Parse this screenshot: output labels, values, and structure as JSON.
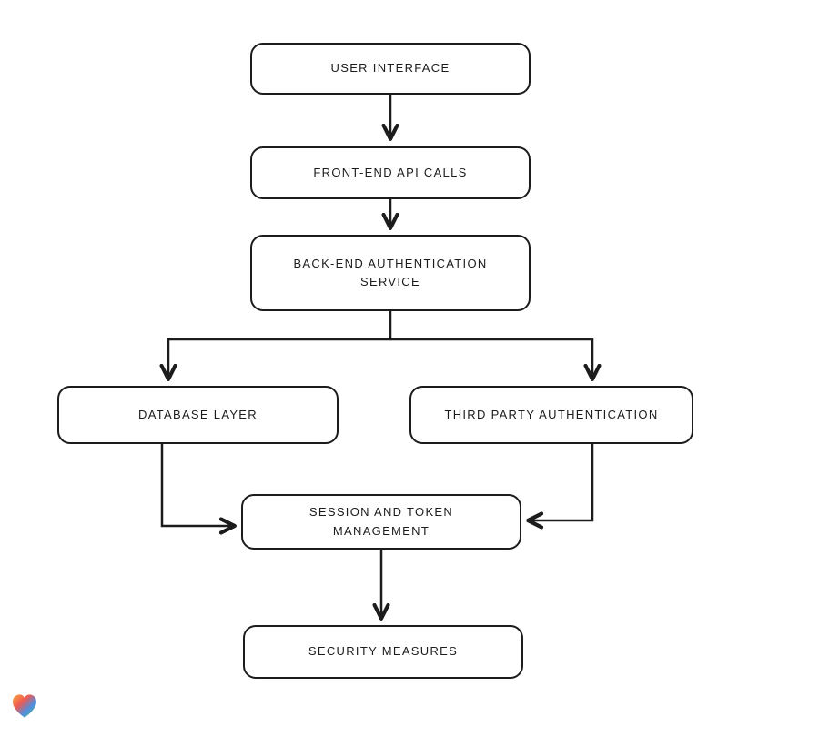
{
  "diagram": {
    "type": "flowchart",
    "background": "#ffffff",
    "stroke_color": "#1c1c1c",
    "node_fill": "#ffffff",
    "nodes": [
      {
        "id": "user-interface",
        "label": "USER INTERFACE"
      },
      {
        "id": "front-end-api-calls",
        "label": "FRONT-END API CALLS"
      },
      {
        "id": "back-end-authentication-service",
        "label": "BACK-END AUTHENTICATION SERVICE"
      },
      {
        "id": "database-layer",
        "label": "DATABASE LAYER"
      },
      {
        "id": "third-party-authentication",
        "label": "THIRD PARTY AUTHENTICATION"
      },
      {
        "id": "session-and-token-management",
        "label": "SESSION AND TOKEN MANAGEMENT"
      },
      {
        "id": "security-measures",
        "label": "SECURITY MEASURES"
      }
    ],
    "edges": [
      {
        "from": "user-interface",
        "to": "front-end-api-calls"
      },
      {
        "from": "front-end-api-calls",
        "to": "back-end-authentication-service"
      },
      {
        "from": "back-end-authentication-service",
        "to": "database-layer"
      },
      {
        "from": "back-end-authentication-service",
        "to": "third-party-authentication"
      },
      {
        "from": "database-layer",
        "to": "session-and-token-management"
      },
      {
        "from": "third-party-authentication",
        "to": "session-and-token-management"
      },
      {
        "from": "session-and-token-management",
        "to": "security-measures"
      }
    ],
    "logo": {
      "icon": "heart-logo-icon",
      "colors": [
        "#f7a83c",
        "#ef5a52",
        "#4f8fe0",
        "#57c06a"
      ]
    }
  }
}
